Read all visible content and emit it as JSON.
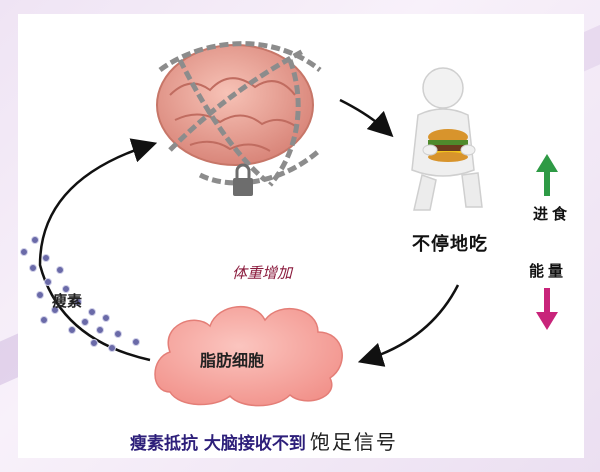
{
  "labels": {
    "eating_nonstop": "不停地吃",
    "weight_gain": "体重增加",
    "leptin": "瘦素",
    "fat_cells": "脂肪细胞",
    "intake": "进食",
    "energy": "能量"
  },
  "caption": {
    "part1": "瘦素抵抗 大脑接收不到",
    "part2": "饱足信号"
  },
  "colors": {
    "up_arrow": "#2e9a45",
    "down_arrow": "#c8247a",
    "fat_cloud": "#f7a7a0",
    "brain": "#eba495",
    "leptin_dots": "#6a6aa8",
    "caption_text": "#2d1f7a"
  },
  "icons": {
    "brain": "brain-in-chains-icon",
    "person": "person-eating-burger-icon",
    "up": "up-arrow-icon",
    "down": "down-arrow-icon"
  }
}
